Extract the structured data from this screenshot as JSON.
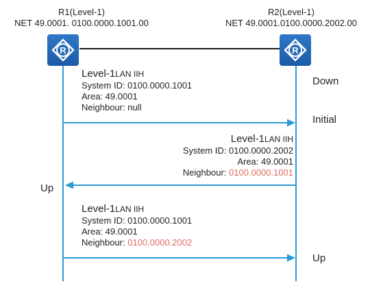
{
  "r1": {
    "name": "R1(Level-1)",
    "net": "NET 49.0001. 0100.0000.1001.00"
  },
  "r2": {
    "name": "R2(Level-1)",
    "net": "NET 49.0001.0100.0000.2002.00"
  },
  "router_icon": "router-r-icon",
  "colors": {
    "timeline": "#2a9bd6",
    "router": "#1b5aa6",
    "highlight": "#e06b5f"
  },
  "packets": [
    {
      "level": "Level-1",
      "pdu": "LAN IIH",
      "system_id": "System ID: 0100.0000.1001",
      "area": "Area: 49.0001",
      "neighbour_label": "Neighbour: ",
      "neighbour_value": "null",
      "direction": "R1 to R2"
    },
    {
      "level": "Level-1",
      "pdu": "LAN IIH",
      "system_id": "System ID: 0100.0000.2002",
      "area": "Area: 49.0001",
      "neighbour_label": "Neighbour: ",
      "neighbour_value": "0100.0000.1001",
      "direction": "R2 to R1"
    },
    {
      "level": "Level-1",
      "pdu": "LAN IIH",
      "system_id": "System ID: 0100.0000.1001",
      "area": "Area: 49.0001",
      "neighbour_label": "Neighbour: ",
      "neighbour_value": "0100.0000.2002",
      "direction": "R1 to R2"
    }
  ],
  "states": {
    "r2_down": "Down",
    "r2_initial": "Initial",
    "r1_up": "Up",
    "r2_up": "Up"
  }
}
